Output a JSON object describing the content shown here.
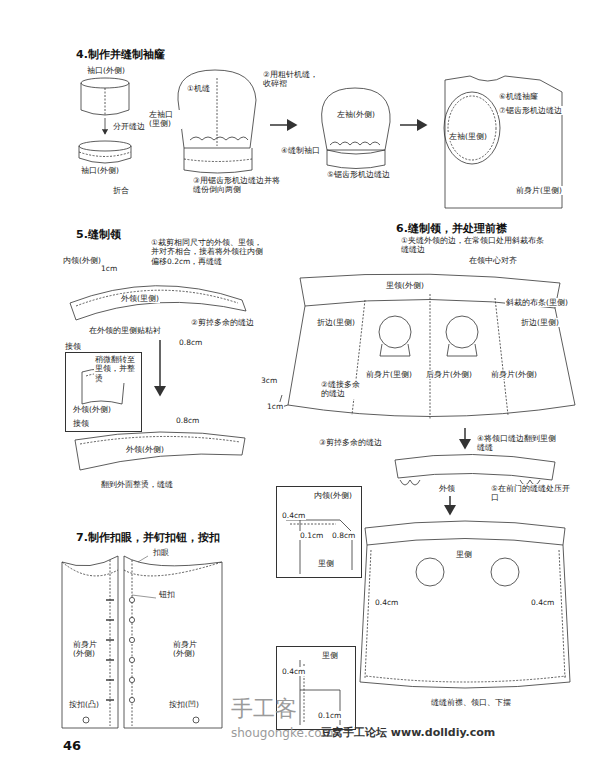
{
  "diagram": {
    "nodes": [
      {
        "text": [
          "稍微翻转至里领，并整烫",
          "外领(外侧)",
          "接领"
        ]
      },
      {
        "text": [
          "内领(外侧)",
          "0.4cm",
          "0.1cm",
          "0.8cm",
          "里侧"
        ]
      },
      {
        "text": [
          "里侧",
          "0.4cm",
          "0.1cm"
        ]
      }
    ],
    "labels": [
      "4.制作并缝制袖窿",
      "袖口(外侧)",
      "分开缝边",
      "袖口(外侧)",
      "折合",
      "①机缝",
      "②用粗针机缝，收碎褶",
      "左袖口(里侧)",
      "③用锯齿形机边缝边并将缝份倒向两侧",
      "左袖(外侧)",
      "④缝制袖口",
      "⑤锯齿形机边缝边",
      "⑥机缝袖窿",
      "⑦锯齿形机边缝边",
      "左袖(里侧)",
      "前身片(里侧)",
      "5.缝制领",
      "内领(外侧)",
      "1cm",
      "①裁剪相同尺寸的外领、里领，并对齐相合，接着将外领往内侧偏移0.2cm，再缝缝",
      "外领(里侧)",
      "②剪掉多余的缝边",
      "在外领的里侧贴粘衬",
      "0.8cm",
      "接领",
      "0.8cm",
      "外领(外侧)",
      "翻到外面整烫，缝缝",
      "6.缝制领，并处理前襟",
      "①夹缝外领的边，在常领口处用斜裁布条缝缝边",
      "在领中心对齐",
      "里领(外侧)",
      "斜裁的布条(里侧)",
      "折边(里侧)",
      "折边(里侧)",
      "前身片(里侧)",
      "后身片(外侧)",
      "前身片(外侧)",
      "3cm",
      "②缝接多余的缝边",
      "1cm",
      "③剪掉多余的缝边",
      "④将领口缝边翻到里侧缝缝",
      "外领",
      "⑤在前门的缝缝处压开口",
      "里侧",
      "0.4cm",
      "0.4cm",
      "缝缝前襟、领口、下摆",
      "7.制作扣眼，并钉扣钮，按扣",
      "扣眼",
      "钮扣",
      "前身片(外侧)",
      "前身片(外侧)",
      "按扣(凸)",
      "按扣(凹)",
      "46",
      "手工客",
      "shougongke.com",
      "豆窝手工论坛 www.dolldiy.com"
    ]
  }
}
